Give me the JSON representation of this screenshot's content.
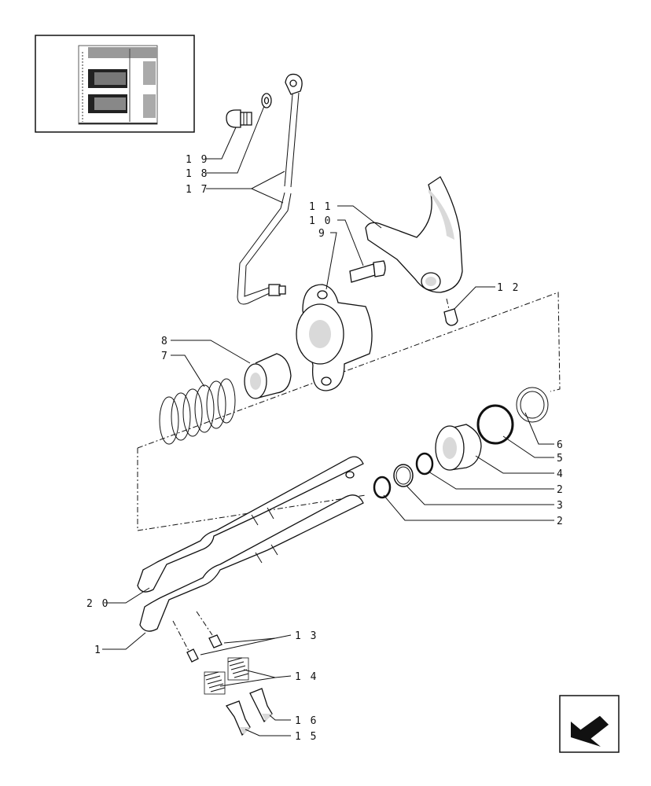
{
  "diagram": {
    "callouts": [
      {
        "id": "c19",
        "label": "1 9"
      },
      {
        "id": "c18",
        "label": "1 8"
      },
      {
        "id": "c17",
        "label": "1 7"
      },
      {
        "id": "c11",
        "label": "1 1"
      },
      {
        "id": "c10",
        "label": "1 0"
      },
      {
        "id": "c9",
        "label": "9"
      },
      {
        "id": "c12",
        "label": "1 2"
      },
      {
        "id": "c8",
        "label": "8"
      },
      {
        "id": "c7",
        "label": "7"
      },
      {
        "id": "c6",
        "label": "6"
      },
      {
        "id": "c5",
        "label": "5"
      },
      {
        "id": "c4",
        "label": "4"
      },
      {
        "id": "c2a",
        "label": "2"
      },
      {
        "id": "c3",
        "label": "3"
      },
      {
        "id": "c2b",
        "label": "2"
      },
      {
        "id": "c20",
        "label": "2 0"
      },
      {
        "id": "c1",
        "label": "1"
      },
      {
        "id": "c13",
        "label": "1 3"
      },
      {
        "id": "c14",
        "label": "1 4"
      },
      {
        "id": "c16",
        "label": "1 6"
      },
      {
        "id": "c15",
        "label": "1 5"
      }
    ],
    "icons": {
      "thumbnail": "location-thumbnail-icon",
      "navigation": "previous-page-arrow-icon"
    }
  }
}
